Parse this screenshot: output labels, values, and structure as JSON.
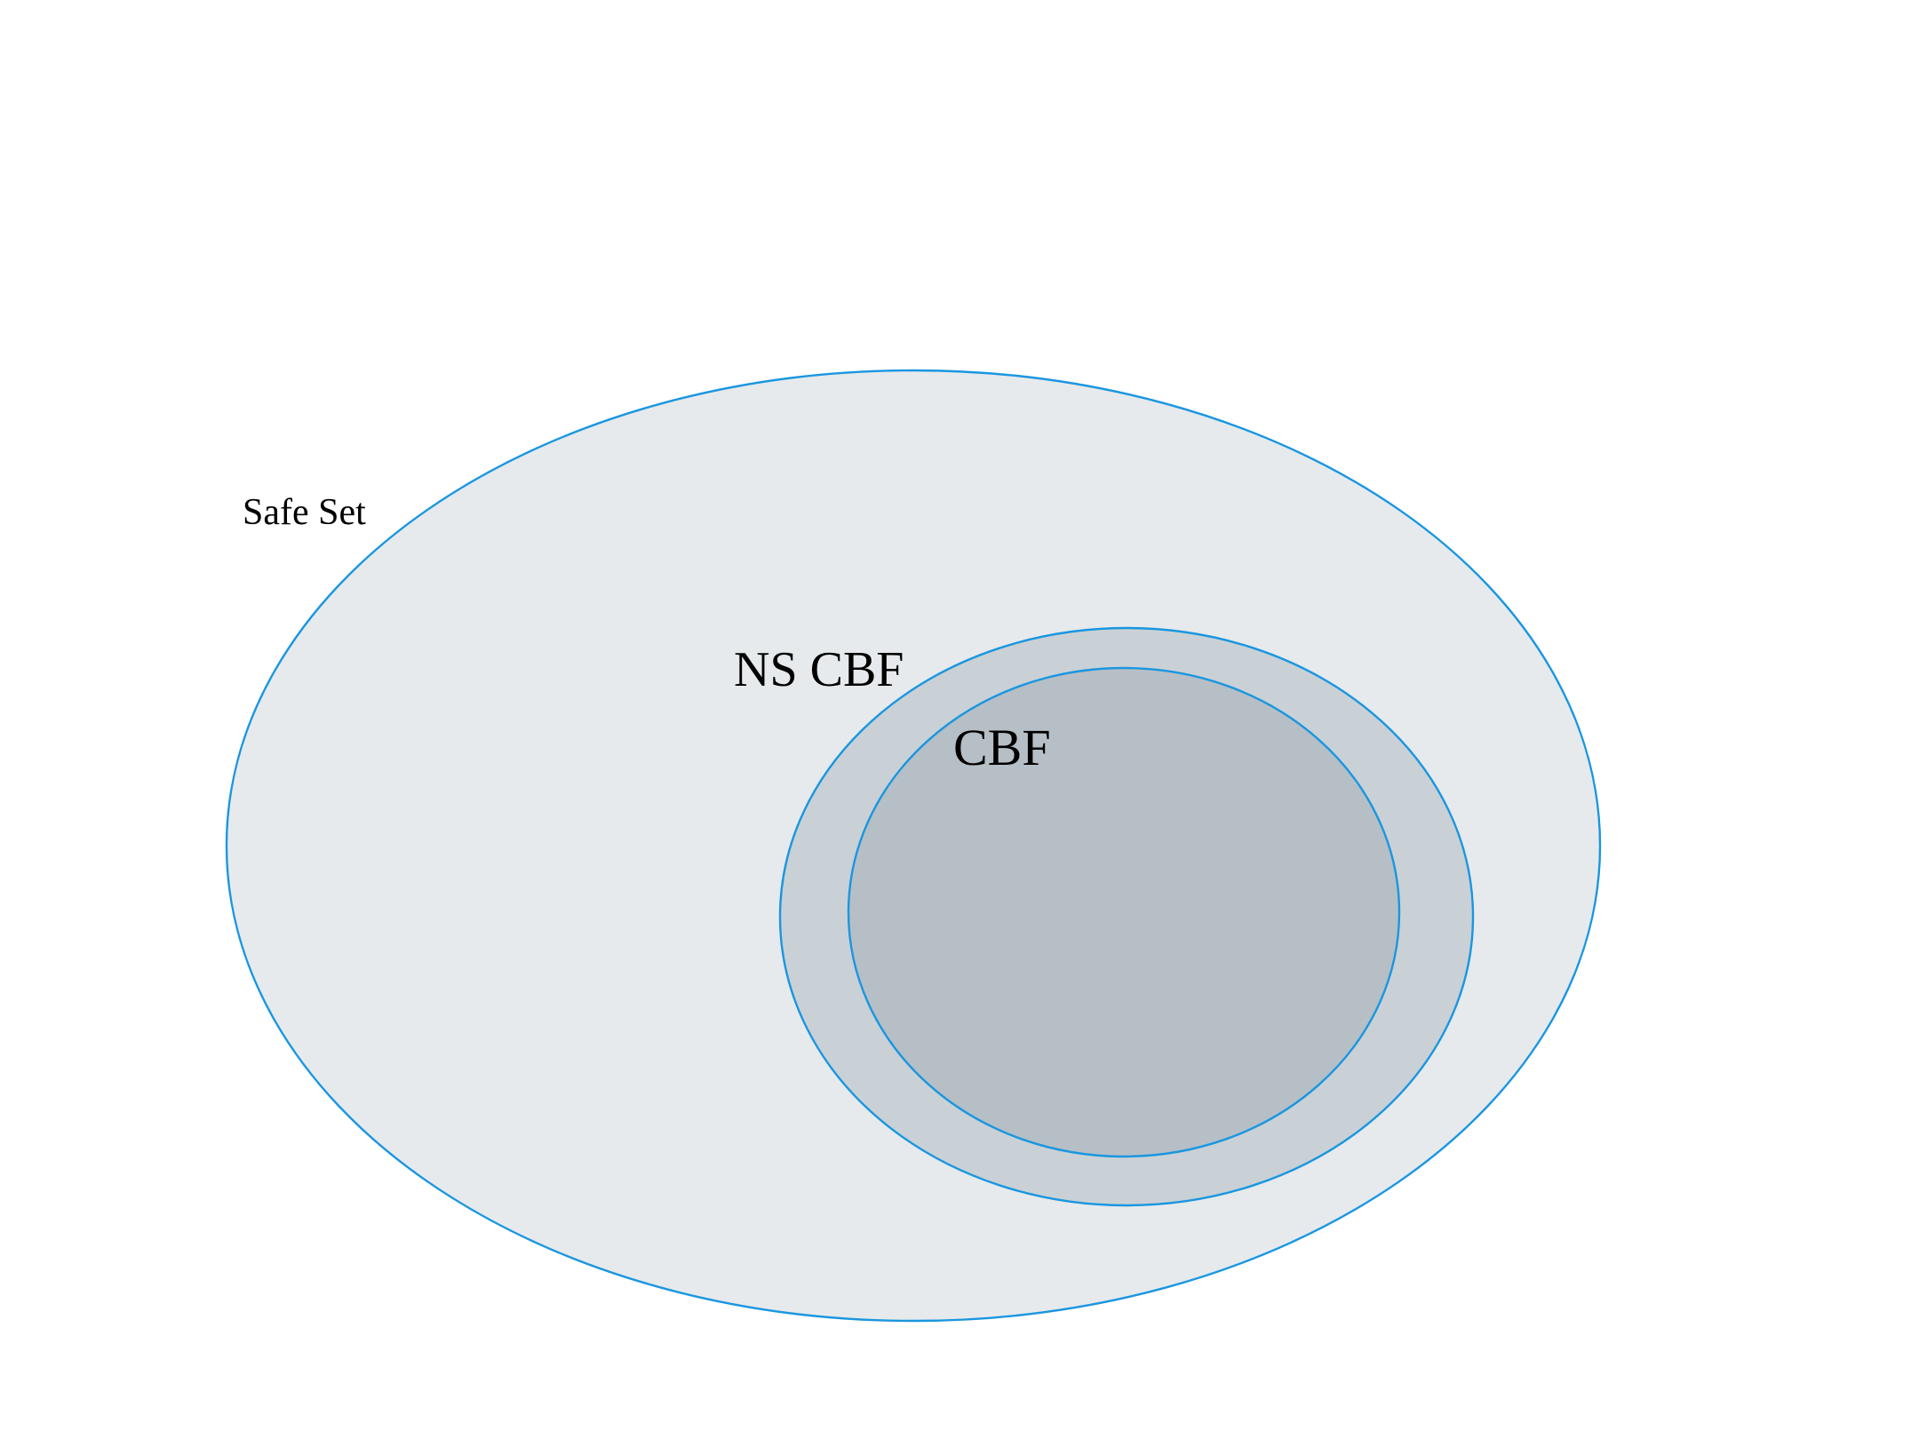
{
  "diagram": {
    "sets": [
      {
        "id": "safe-set",
        "label": "Safe Set",
        "fill": "#e6eaec",
        "stroke": "#1a96e0"
      },
      {
        "id": "ns-cbf",
        "label": "NS CBF",
        "fill": "#c9d1d6",
        "stroke": "#1a96e0"
      },
      {
        "id": "cbf",
        "label": "CBF",
        "fill": "#b6bfc6",
        "stroke": "#1a96e0"
      }
    ]
  }
}
